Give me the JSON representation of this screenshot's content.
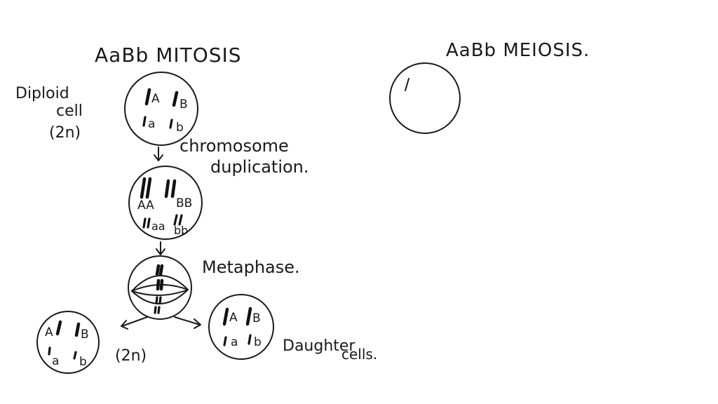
{
  "mitosis": {
    "title": "AaBb MITOSIS",
    "diploid_label_line1": "Diploid",
    "diploid_label_line2": "cell",
    "diploid_label_line3": "(2n)",
    "cell1_alleles": [
      "A",
      "B",
      "a",
      "b"
    ],
    "duplication_line1": "chromosome",
    "duplication_line2": "duplication.",
    "cell2_alleles": [
      "AA",
      "BB",
      "aa",
      "bb"
    ],
    "metaphase_label": "Metaphase.",
    "daughter_left_alleles": [
      "A",
      "B",
      "a",
      "b"
    ],
    "daughter_left_ploidy": "(2n)",
    "daughter_right_alleles": [
      "A",
      "B",
      "a",
      "b"
    ],
    "daughter_label_line1": "Daughter",
    "daughter_label_line2": "cells."
  },
  "meiosis": {
    "title": "AaBb MEIOSIS."
  },
  "colors": {
    "ink": "#1a1a1a",
    "background": "#ffffff"
  }
}
